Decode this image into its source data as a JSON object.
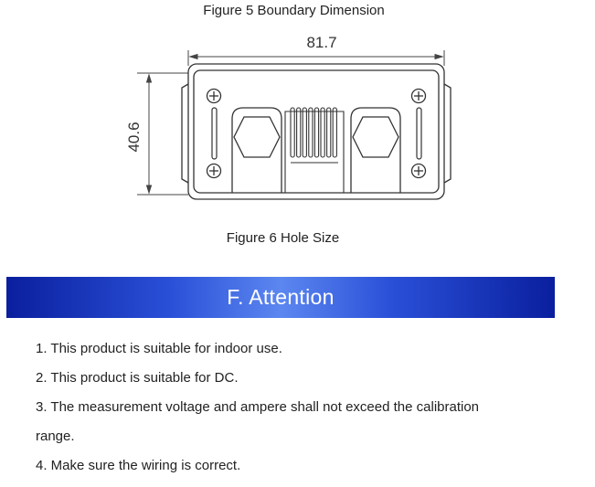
{
  "figure5": {
    "caption": "Figure 5 Boundary Dimension",
    "width_label": "81.7",
    "height_label": "40.6"
  },
  "figure6": {
    "caption": "Figure 6 Hole Size"
  },
  "attention": {
    "title": "F. Attention",
    "items": [
      "1. This product is suitable for indoor use.",
      "2. This product is suitable for DC.",
      "3. The measurement voltage and ampere shall not exceed the calibration",
      "range.",
      "4. Make sure the wiring is correct."
    ]
  },
  "colors": {
    "banner_dark": "#0a1f9e",
    "banner_light": "#5c87f0",
    "banner_text": "#ffffff"
  }
}
